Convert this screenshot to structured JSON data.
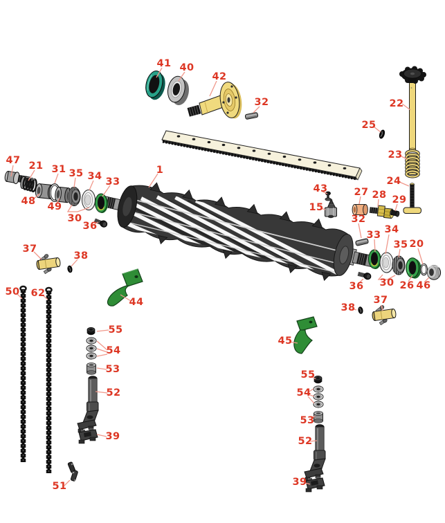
{
  "diagram": {
    "label_color": "#dd3724",
    "leader_color": "#f0988b",
    "background_color": "#ffffff",
    "accent_colors": {
      "seal_teal": "#27a188",
      "seal_green": "#35a149",
      "part_yellow": "#f0da7e",
      "bracket_green": "#2f8d36",
      "bushing_copper": "#efae80",
      "brass": "#d9bf4e"
    }
  },
  "labels": {
    "p1": "1",
    "p15": "15",
    "p20": "20",
    "p21": "21",
    "p22": "22",
    "p23": "23",
    "p24": "24",
    "p25": "25",
    "p26": "26",
    "p27": "27",
    "p28": "28",
    "p29": "29",
    "p30": "30",
    "p31": "31",
    "p32": "32",
    "p33": "33",
    "p34": "34",
    "p35": "35",
    "p36": "36",
    "p37": "37",
    "p38": "38",
    "p39": "39",
    "p40": "40",
    "p41": "41",
    "p42": "42",
    "p43": "43",
    "p44": "44",
    "p45": "45",
    "p46": "46",
    "p47": "47",
    "p48": "48",
    "p49": "49",
    "p50": "50",
    "p51": "51",
    "p52": "52",
    "p53": "53",
    "p54": "54",
    "p55": "55",
    "p62": "62"
  }
}
